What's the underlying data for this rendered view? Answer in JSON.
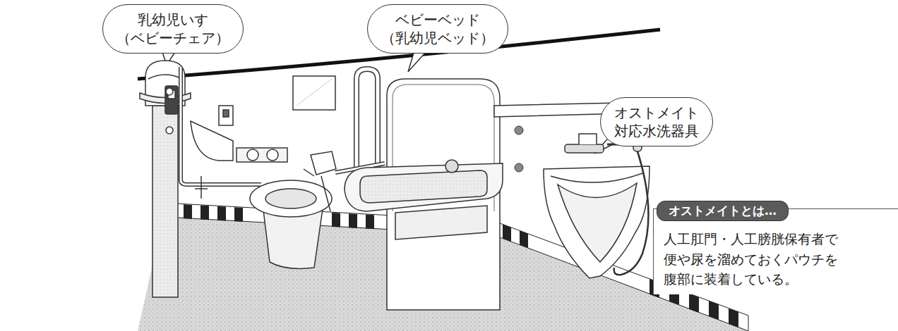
{
  "diagram": {
    "nodes": [
      {
        "text": [
          "乳幼児いす （ベビーチェア）"
        ]
      },
      {
        "text": [
          "ベビーベッド （乳幼児ベッド）"
        ]
      },
      {
        "text": [
          "オストメイト 対応水洗器具"
        ]
      },
      {
        "text": [
          "オストメイトとは…",
          "人工肛門・人工膀胱保有者で 便や尿を溜めておくパウチを 腹部に装着している。"
        ]
      }
    ]
  }
}
